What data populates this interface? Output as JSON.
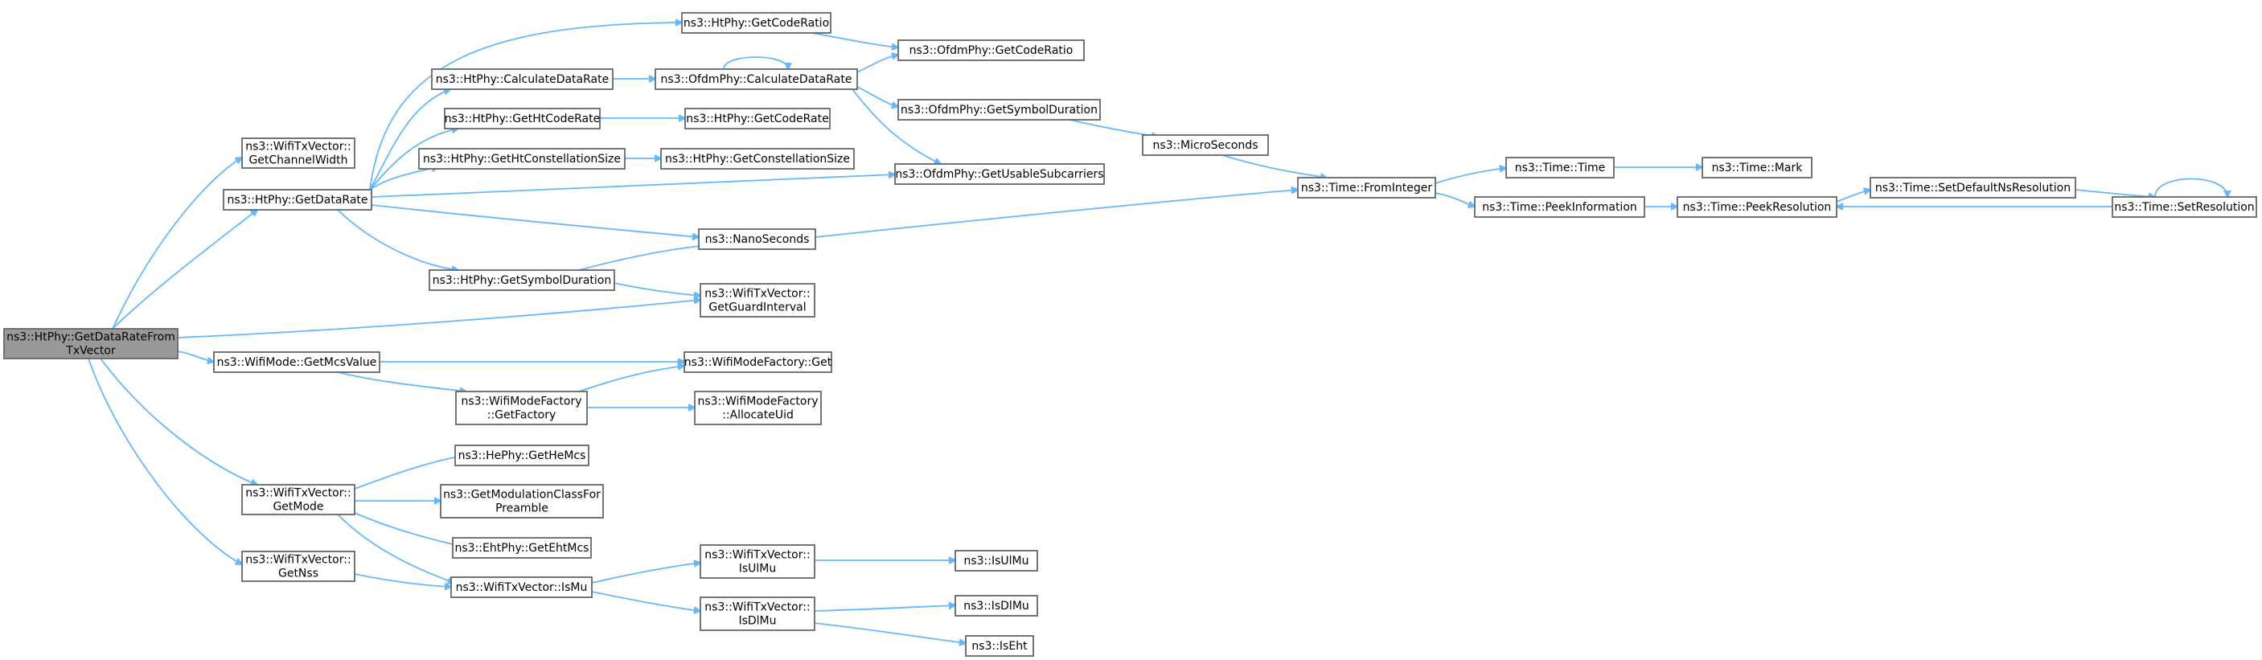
{
  "diagram": {
    "type": "call-graph",
    "colors": {
      "edge": "#63b8ff",
      "node_border": "#666666",
      "root_fill": "#999999",
      "node_fill": "#ffffff"
    },
    "nodes": [
      {
        "id": "root",
        "lines": [
          "ns3::HtPhy::GetDataRateFrom",
          "TxVector"
        ],
        "root": true
      },
      {
        "id": "txv_cw",
        "lines": [
          "ns3::WifiTxVector::",
          "GetChannelWidth"
        ]
      },
      {
        "id": "htphy_gdr",
        "lines": [
          "ns3::HtPhy::GetDataRate"
        ]
      },
      {
        "id": "wm_gmv",
        "lines": [
          "ns3::WifiMode::GetMcsValue"
        ]
      },
      {
        "id": "txv_gm",
        "lines": [
          "ns3::WifiTxVector::",
          "GetMode"
        ]
      },
      {
        "id": "txv_gn",
        "lines": [
          "ns3::WifiTxVector::",
          "GetNss"
        ]
      },
      {
        "id": "htphy_gcr",
        "lines": [
          "ns3::HtPhy::GetCodeRatio"
        ]
      },
      {
        "id": "htphy_cdr",
        "lines": [
          "ns3::HtPhy::CalculateDataRate"
        ]
      },
      {
        "id": "htphy_ghcr",
        "lines": [
          "ns3::HtPhy::GetHtCodeRate"
        ]
      },
      {
        "id": "htphy_ghcs",
        "lines": [
          "ns3::HtPhy::GetHtConstellationSize"
        ]
      },
      {
        "id": "htphy_gsd",
        "lines": [
          "ns3::HtPhy::GetSymbolDuration"
        ]
      },
      {
        "id": "ofdm_cdr",
        "lines": [
          "ns3::OfdmPhy::CalculateDataRate"
        ]
      },
      {
        "id": "ofdm_gcr",
        "lines": [
          "ns3::OfdmPhy::GetCodeRatio"
        ]
      },
      {
        "id": "htphy_gcrate",
        "lines": [
          "ns3::HtPhy::GetCodeRate"
        ]
      },
      {
        "id": "htphy_gcs",
        "lines": [
          "ns3::HtPhy::GetConstellationSize"
        ]
      },
      {
        "id": "ofdm_gsd",
        "lines": [
          "ns3::OfdmPhy::GetSymbolDuration"
        ]
      },
      {
        "id": "ofdm_gus",
        "lines": [
          "ns3::OfdmPhy::GetUsableSubcarriers"
        ]
      },
      {
        "id": "nanosec",
        "lines": [
          "ns3::NanoSeconds"
        ]
      },
      {
        "id": "txv_ggi",
        "lines": [
          "ns3::WifiTxVector::",
          "GetGuardInterval"
        ]
      },
      {
        "id": "wmf_get",
        "lines": [
          "ns3::WifiModeFactory::Get"
        ]
      },
      {
        "id": "wmf_gf",
        "lines": [
          "ns3::WifiModeFactory",
          "::GetFactory"
        ]
      },
      {
        "id": "wmf_au",
        "lines": [
          "ns3::WifiModeFactory",
          "::AllocateUid"
        ]
      },
      {
        "id": "hephy",
        "lines": [
          "ns3::HePhy::GetHeMcs"
        ]
      },
      {
        "id": "gmcfp",
        "lines": [
          "ns3::GetModulationClassFor",
          "Preamble"
        ]
      },
      {
        "id": "ehtphy",
        "lines": [
          "ns3::EhtPhy::GetEhtMcs"
        ]
      },
      {
        "id": "txv_ismu",
        "lines": [
          "ns3::WifiTxVector::IsMu"
        ]
      },
      {
        "id": "txv_isulmu",
        "lines": [
          "ns3::WifiTxVector::",
          "IsUlMu"
        ]
      },
      {
        "id": "txv_isdlmu",
        "lines": [
          "ns3::WifiTxVector::",
          "IsDlMu"
        ]
      },
      {
        "id": "isulmu",
        "lines": [
          "ns3::IsUlMu"
        ]
      },
      {
        "id": "isdlmu",
        "lines": [
          "ns3::IsDlMu"
        ]
      },
      {
        "id": "iseht",
        "lines": [
          "ns3::IsEht"
        ]
      },
      {
        "id": "microsec",
        "lines": [
          "ns3::MicroSeconds"
        ]
      },
      {
        "id": "time_fi",
        "lines": [
          "ns3::Time::FromInteger"
        ]
      },
      {
        "id": "time_time",
        "lines": [
          "ns3::Time::Time"
        ]
      },
      {
        "id": "time_pi",
        "lines": [
          "ns3::Time::PeekInformation"
        ]
      },
      {
        "id": "time_mark",
        "lines": [
          "ns3::Time::Mark"
        ]
      },
      {
        "id": "time_pr",
        "lines": [
          "ns3::Time::PeekResolution"
        ]
      },
      {
        "id": "time_sdnr",
        "lines": [
          "ns3::Time::SetDefaultNsResolution"
        ]
      },
      {
        "id": "time_sr",
        "lines": [
          "ns3::Time::SetResolution"
        ]
      }
    ]
  }
}
